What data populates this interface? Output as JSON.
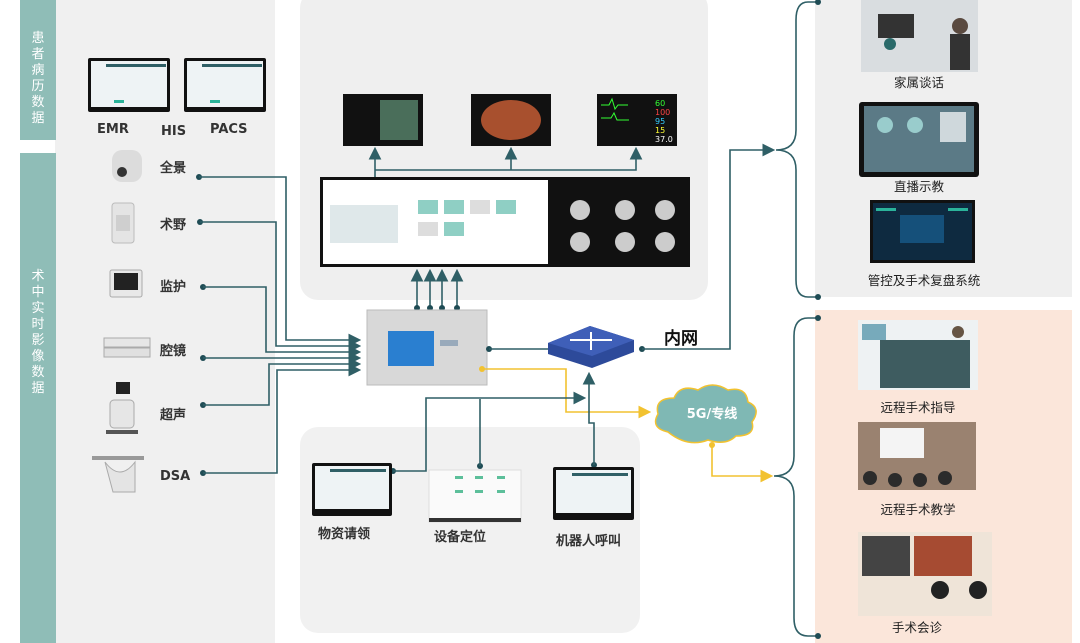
{
  "sidebar": {
    "patient_records": "患者病历数据",
    "intraop_images": "术中实时影像数据"
  },
  "records": [
    {
      "label": "EMR"
    },
    {
      "label": "HIS"
    },
    {
      "label": "PACS"
    }
  ],
  "devices": [
    {
      "label": "全景",
      "icon": "ptz-camera-icon"
    },
    {
      "label": "术野",
      "icon": "surgical-light-camera-icon"
    },
    {
      "label": "监护",
      "icon": "patient-monitor-icon"
    },
    {
      "label": "腔镜",
      "icon": "endoscope-unit-icon"
    },
    {
      "label": "超声",
      "icon": "ultrasound-machine-icon"
    },
    {
      "label": "DSA",
      "icon": "dsa-machine-icon"
    }
  ],
  "monitor_values": [
    "60",
    "100",
    "95",
    "15",
    "37.0"
  ],
  "network": {
    "intranet": "内网",
    "cloud": "5G/专线"
  },
  "logistics": [
    {
      "label": "物资请领"
    },
    {
      "label": "设备定位"
    },
    {
      "label": "机器人呼叫"
    }
  ],
  "intranet_apps": [
    {
      "label": "家属谈话"
    },
    {
      "label": "直播示教"
    },
    {
      "label": "管控及手术复盘系统"
    }
  ],
  "remote_apps": [
    {
      "label": "远程手术指导"
    },
    {
      "label": "远程手术教学"
    },
    {
      "label": "手术会诊"
    }
  ],
  "colors": {
    "sidebar": "#8fbdb7",
    "line": "#2f5f66",
    "wireless": "#f2c230",
    "cloud": "#7fb8b4",
    "remote_panel": "#fbe6da",
    "panel": "#efefef"
  }
}
